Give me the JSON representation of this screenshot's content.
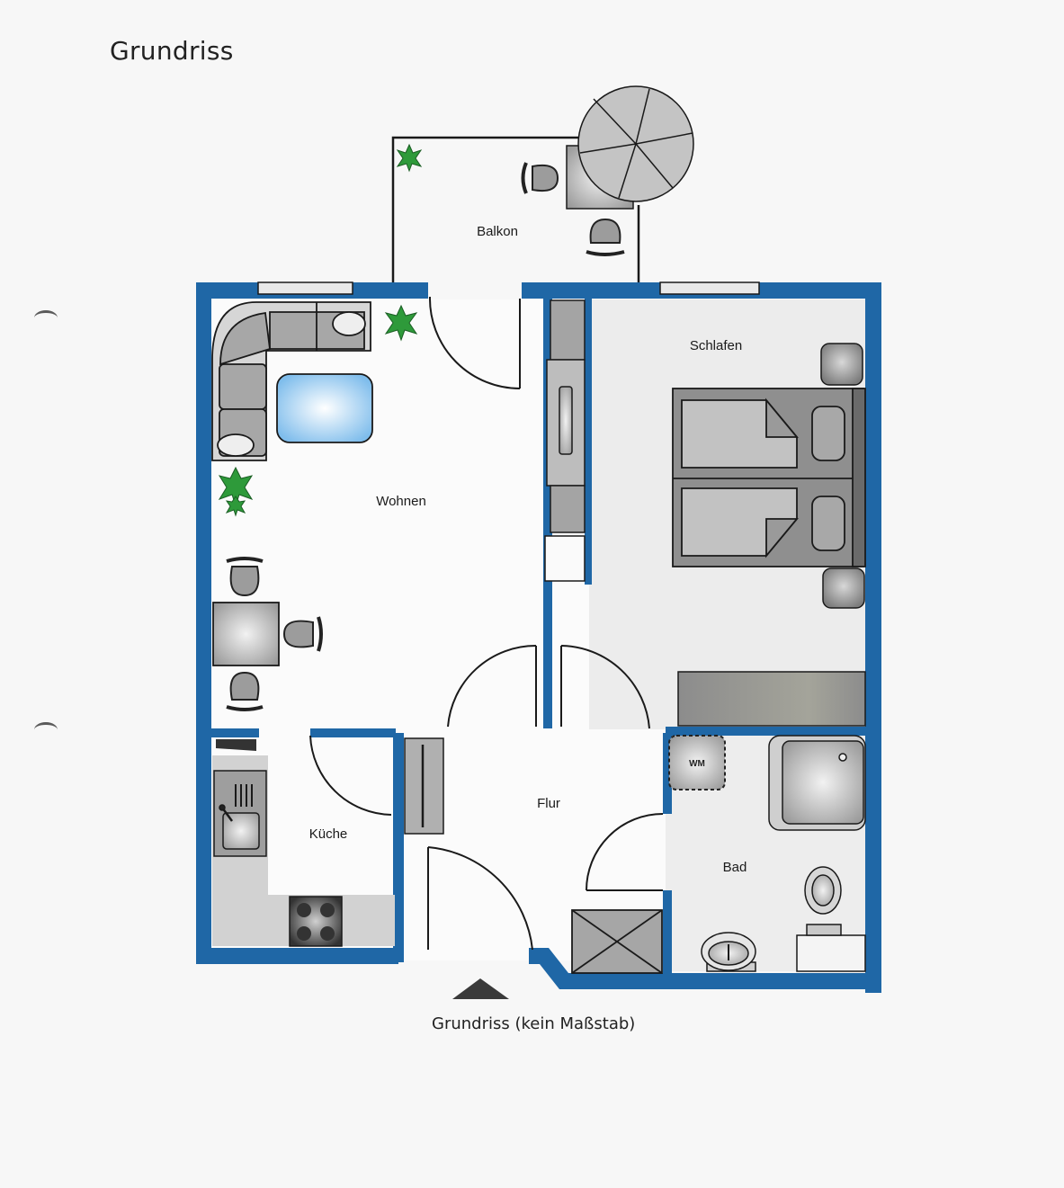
{
  "header": {
    "title": "Grundriss"
  },
  "footer": {
    "caption": "Grundriss (kein Maßstab)",
    "entrance_marker_icon": "triangle-up-icon"
  },
  "colors": {
    "wall": "#1f67a6",
    "furniture_gray": "#a9a9a9",
    "furniture_dark": "#6e6e6e",
    "plant_green": "#2e9a3a",
    "rug_blue": "#8cc4ee",
    "background": "#f7f7f7",
    "outline": "#1a1a1a"
  },
  "rooms": [
    {
      "id": "balkon",
      "label": "Balkon"
    },
    {
      "id": "wohnen",
      "label": "Wohnen"
    },
    {
      "id": "schlafen",
      "label": "Schlafen"
    },
    {
      "id": "kueche",
      "label": "Küche"
    },
    {
      "id": "flur",
      "label": "Flur"
    },
    {
      "id": "bad",
      "label": "Bad"
    }
  ],
  "fixtures": {
    "washing_machine_label": "WM"
  },
  "furniture": [
    {
      "room": "Balkon",
      "items": [
        "parasol-icon",
        "table-icon",
        "chair-icon",
        "chair-icon",
        "plant-icon"
      ]
    },
    {
      "room": "Wohnen",
      "items": [
        "corner-sofa-icon",
        "coffee-table-rug-icon",
        "plant-icon",
        "plant-icon",
        "dining-table-icon",
        "chair-icon",
        "chair-icon",
        "chair-icon",
        "wardrobe-icon"
      ]
    },
    {
      "room": "Schlafen",
      "items": [
        "double-bed-icon",
        "nightstand-icon",
        "nightstand-icon",
        "dresser-icon"
      ]
    },
    {
      "room": "Küche",
      "items": [
        "sink-icon",
        "stove-icon",
        "counter-icon"
      ]
    },
    {
      "room": "Flur",
      "items": [
        "coat-rack-icon"
      ]
    },
    {
      "room": "Bad",
      "items": [
        "washing-machine-icon",
        "shower-icon",
        "toilet-icon",
        "washbasin-icon",
        "shaft-icon"
      ]
    }
  ]
}
